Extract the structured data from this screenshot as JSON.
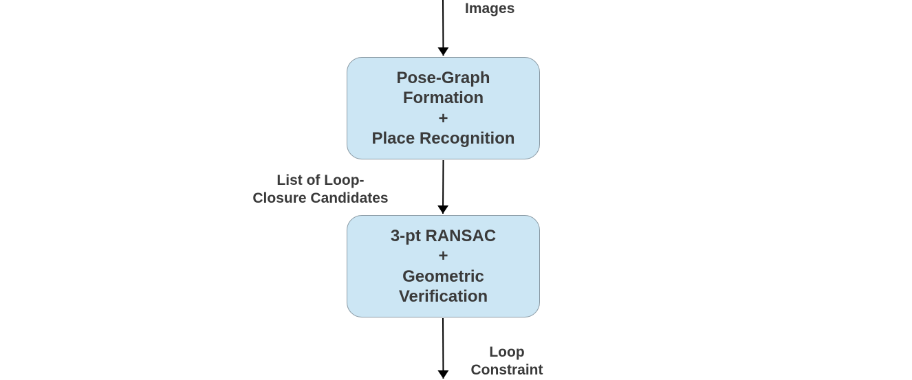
{
  "nodes": [
    {
      "id": "pose-graph",
      "lines": [
        "Pose-Graph",
        "Formation",
        "+",
        "Place Recognition"
      ]
    },
    {
      "id": "ransac",
      "lines": [
        "3-pt RANSAC",
        "+",
        "Geometric",
        "Verification"
      ]
    }
  ],
  "edges": [
    {
      "from": "input",
      "to": "pose-graph",
      "label": [
        "Images"
      ]
    },
    {
      "from": "pose-graph",
      "to": "ransac",
      "label": [
        "List of Loop-",
        "Closure Candidates"
      ]
    },
    {
      "from": "ransac",
      "to": "output",
      "label": [
        "Loop",
        "Constraint"
      ]
    }
  ],
  "colors": {
    "box_fill": "#cce6f4",
    "box_border": "#8a9aa4",
    "text": "#3a3a3a",
    "arrow": "#000000"
  }
}
